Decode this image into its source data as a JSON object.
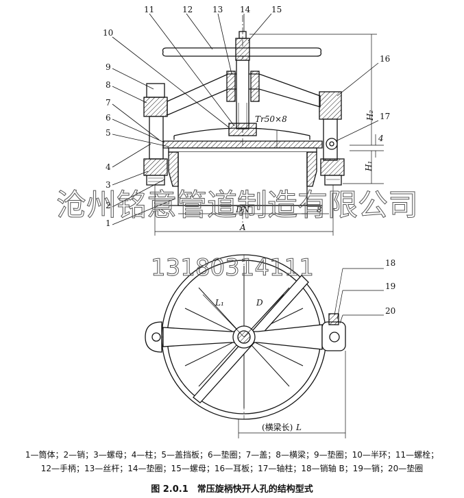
{
  "callouts": [
    "1",
    "2",
    "3",
    "4",
    "5",
    "6",
    "7",
    "8",
    "9",
    "10",
    "11",
    "12",
    "13",
    "14",
    "15",
    "16",
    "17",
    "18",
    "19",
    "20"
  ],
  "dims": {
    "thread": "Tr50×8",
    "H1": "H₁",
    "H2": "H₂",
    "four": "4",
    "DN": "DN",
    "eight": "8",
    "A": "A",
    "L1": "L₁",
    "D": "D",
    "beam_label": "(横梁长)",
    "L": "L"
  },
  "watermark": {
    "company": "沧州铭意管道制造有限公司",
    "phone": "13180314111"
  },
  "legend": {
    "line1": "1—筒体；2—销；3—螺母；4—柱；5—盖挡板；6—垫圈；7—盖；8—横梁；9—垫圈；10—半环；11—螺栓；",
    "line2": "12—手柄；13—丝杆；14—垫圈；15—螺母；16—耳板；17—轴柱；18—销轴 B；19—销；20—垫圈"
  },
  "caption": "图 2.0.1　常压旋柄快开人孔的结构型式"
}
